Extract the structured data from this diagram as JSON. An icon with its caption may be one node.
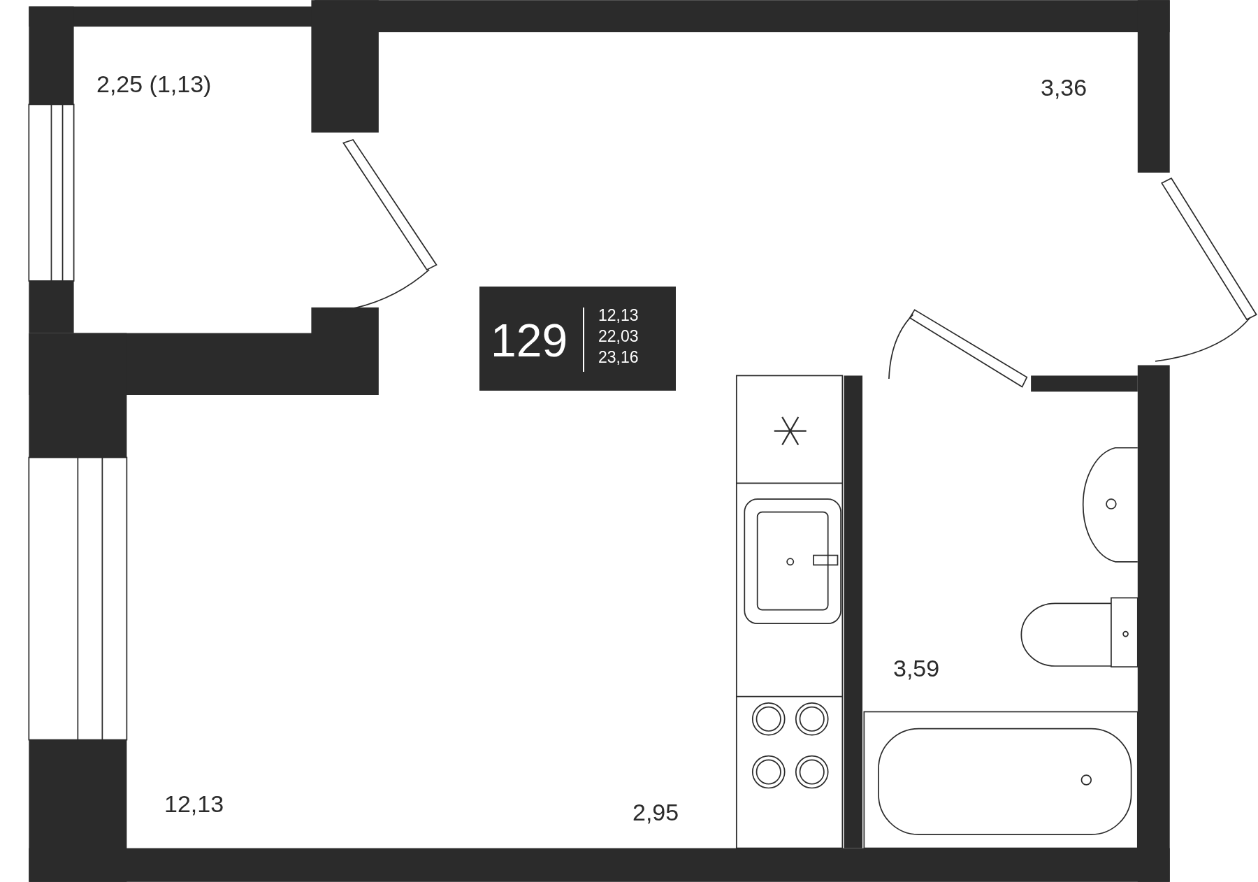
{
  "diagram": {
    "nodes": [
      {
        "text": [
          "129",
          "12,13",
          "22,03",
          "23,16"
        ]
      }
    ],
    "labels": [
      "2,25 (1,13)",
      "3,36",
      "3,59",
      "12,13",
      "2,95"
    ]
  }
}
